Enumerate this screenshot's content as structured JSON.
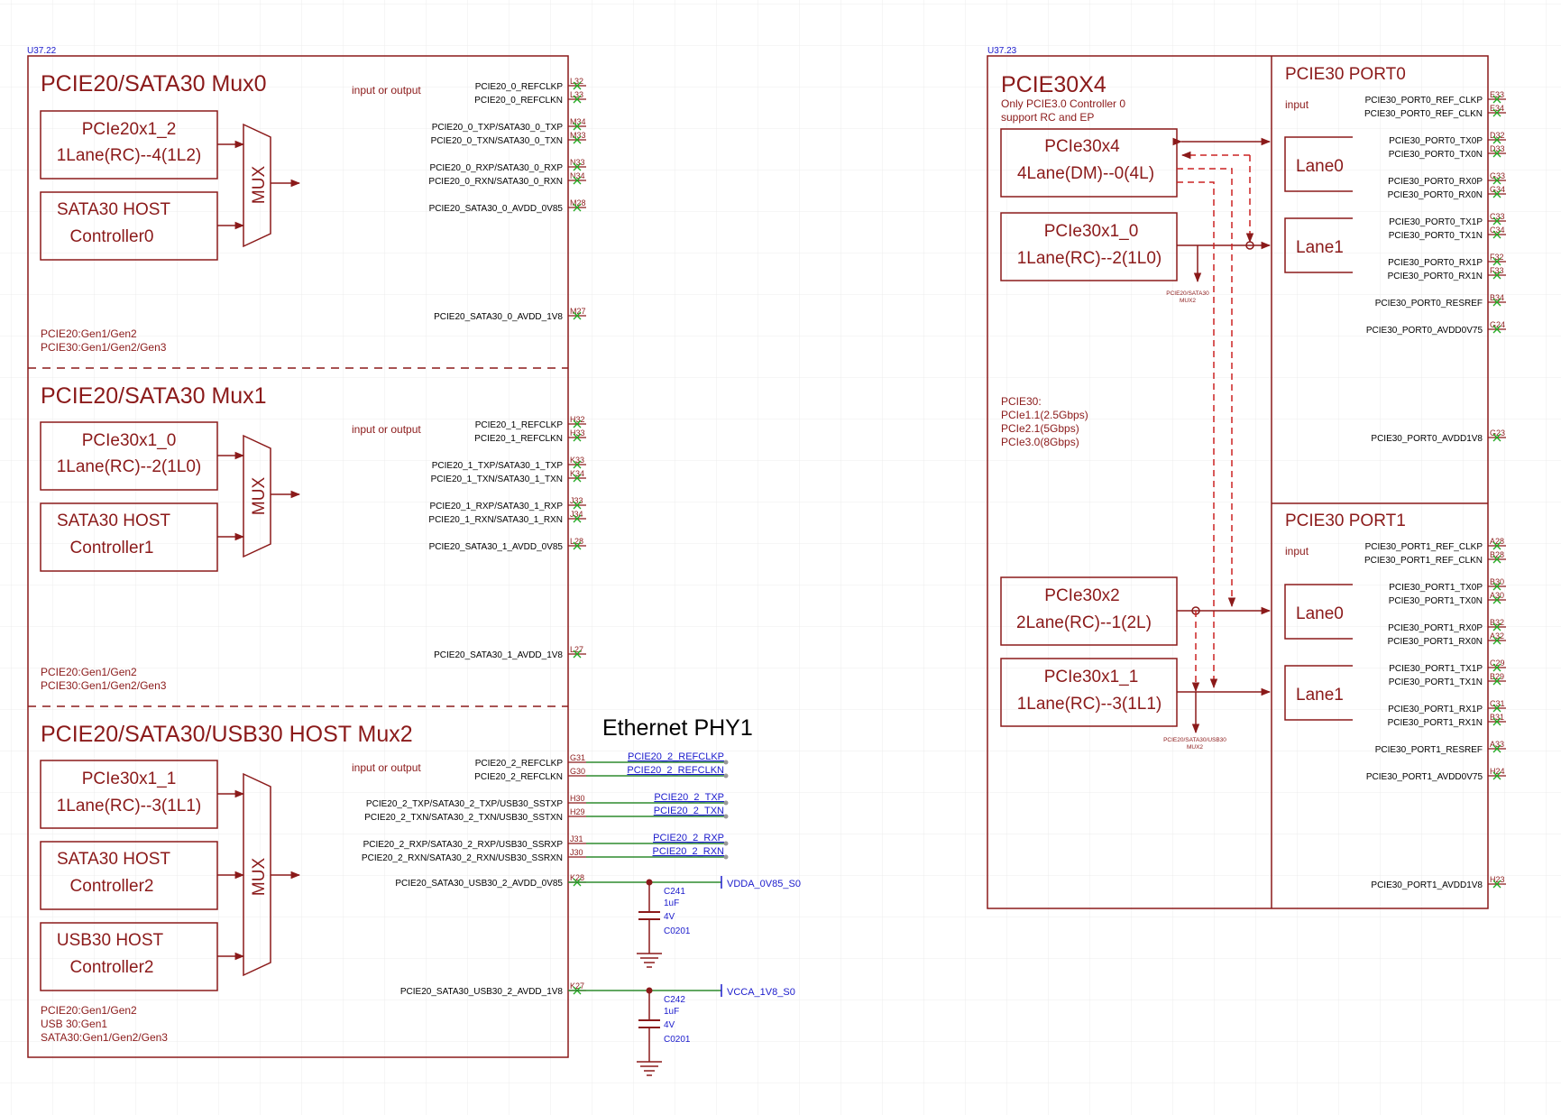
{
  "u37_22": {
    "ref": "U37.22",
    "mux0": {
      "title": "PCIE20/SATA30 Mux0",
      "io": "input or output",
      "box1": [
        "PCIe20x1_2",
        "1Lane(RC)--4(1L2)"
      ],
      "box2": [
        "SATA30 HOST",
        "Controller0"
      ],
      "mux": "MUX",
      "gen": [
        "PCIE20:Gen1/Gen2",
        "PCIE30:Gen1/Gen2/Gen3"
      ],
      "pins": [
        {
          "name": "PCIE20_0_REFCLKP",
          "num": "L32"
        },
        {
          "name": "PCIE20_0_REFCLKN",
          "num": "L33"
        },
        {
          "name": "PCIE20_0_TXP/SATA30_0_TXP",
          "num": "M34"
        },
        {
          "name": "PCIE20_0_TXN/SATA30_0_TXN",
          "num": "M33"
        },
        {
          "name": "PCIE20_0_RXP/SATA30_0_RXP",
          "num": "N33"
        },
        {
          "name": "PCIE20_0_RXN/SATA30_0_RXN",
          "num": "N34"
        },
        {
          "name": "PCIE20_SATA30_0_AVDD_0V85",
          "num": "M28"
        },
        {
          "name": "PCIE20_SATA30_0_AVDD_1V8",
          "num": "M27"
        }
      ]
    },
    "mux1": {
      "title": "PCIE20/SATA30 Mux1",
      "io": "input or output",
      "box1": [
        "PCIe30x1_0",
        "1Lane(RC)--2(1L0)"
      ],
      "box2": [
        "SATA30 HOST",
        "Controller1"
      ],
      "mux": "MUX",
      "gen": [
        "PCIE20:Gen1/Gen2",
        "PCIE30:Gen1/Gen2/Gen3"
      ],
      "pins": [
        {
          "name": "PCIE20_1_REFCLKP",
          "num": "H32"
        },
        {
          "name": "PCIE20_1_REFCLKN",
          "num": "H33"
        },
        {
          "name": "PCIE20_1_TXP/SATA30_1_TXP",
          "num": "K33"
        },
        {
          "name": "PCIE20_1_TXN/SATA30_1_TXN",
          "num": "K34"
        },
        {
          "name": "PCIE20_1_RXP/SATA30_1_RXP",
          "num": "J33"
        },
        {
          "name": "PCIE20_1_RXN/SATA30_1_RXN",
          "num": "J34"
        },
        {
          "name": "PCIE20_SATA30_1_AVDD_0V85",
          "num": "L28"
        },
        {
          "name": "PCIE20_SATA30_1_AVDD_1V8",
          "num": "L27"
        }
      ]
    },
    "mux2": {
      "title": "PCIE20/SATA30/USB30 HOST Mux2",
      "io": "input or output",
      "box1": [
        "PCIe30x1_1",
        "1Lane(RC)--3(1L1)"
      ],
      "box2": [
        "SATA30 HOST",
        "Controller2"
      ],
      "box3": [
        "USB30 HOST",
        "Controller2"
      ],
      "mux": "MUX",
      "gen": [
        "PCIE20:Gen1/Gen2",
        "USB 30:Gen1",
        "SATA30:Gen1/Gen2/Gen3"
      ],
      "pins": [
        {
          "name": "PCIE20_2_REFCLKP",
          "num": "G31",
          "net": "PCIE20_2_REFCLKP"
        },
        {
          "name": "PCIE20_2_REFCLKN",
          "num": "G30",
          "net": "PCIE20_2_REFCLKN"
        },
        {
          "name": "PCIE20_2_TXP/SATA30_2_TXP/USB30_SSTXP",
          "num": "H30",
          "net": "PCIE20_2_TXP"
        },
        {
          "name": "PCIE20_2_TXN/SATA30_2_TXN/USB30_SSTXN",
          "num": "H29",
          "net": "PCIE20_2_TXN"
        },
        {
          "name": "PCIE20_2_RXP/SATA30_2_RXP/USB30_SSRXP",
          "num": "J31",
          "net": "PCIE20_2_RXP"
        },
        {
          "name": "PCIE20_2_RXN/SATA30_2_RXN/USB30_SSRXN",
          "num": "J30",
          "net": "PCIE20_2_RXN"
        },
        {
          "name": "PCIE20_SATA30_USB30_2_AVDD_0V85",
          "num": "K28"
        },
        {
          "name": "PCIE20_SATA30_USB30_2_AVDD_1V8",
          "num": "K27"
        }
      ]
    }
  },
  "ethernet_label": "Ethernet PHY1",
  "power": {
    "rail1": "VDDA_0V85_S0",
    "rail2": "VCCA_1V8_S0",
    "cap1": [
      "C241",
      "1uF",
      "4V",
      "C0201"
    ],
    "cap2": [
      "C242",
      "1uF",
      "4V",
      "C0201"
    ]
  },
  "u37_23": {
    "ref": "U37.23",
    "title": "PCIE30X4",
    "note1": "Only PCIE3.0 Controller 0",
    "note2": "support RC and EP",
    "boxA": [
      "PCIe30x4",
      "4Lane(DM)--0(4L)"
    ],
    "boxB": [
      "PCIe30x1_0",
      "1Lane(RC)--2(1L0)"
    ],
    "boxC": [
      "PCIe30x2",
      "2Lane(RC)--1(2L)"
    ],
    "boxD": [
      "PCIe30x1_1",
      "1Lane(RC)--3(1L1)"
    ],
    "small1": [
      "PCIE20/SATA30",
      "MUX2"
    ],
    "small2": [
      "PCIE20/SATA30/USB30",
      "MUX2"
    ],
    "speeds": [
      "PCIE30:",
      "PCIe1.1(2.5Gbps)",
      "PCIe2.1(5Gbps)",
      "PCIe3.0(8Gbps)"
    ],
    "port0": {
      "title": "PCIE30 PORT0",
      "input": "input",
      "lane0": "Lane0",
      "lane1": "Lane1",
      "pins": [
        {
          "name": "PCIE30_PORT0_REF_CLKP",
          "num": "E33"
        },
        {
          "name": "PCIE30_PORT0_REF_CLKN",
          "num": "E34"
        },
        {
          "name": "PCIE30_PORT0_TX0P",
          "num": "D32"
        },
        {
          "name": "PCIE30_PORT0_TX0N",
          "num": "D33"
        },
        {
          "name": "PCIE30_PORT0_RX0P",
          "num": "G33"
        },
        {
          "name": "PCIE30_PORT0_RX0N",
          "num": "G34"
        },
        {
          "name": "PCIE30_PORT0_TX1P",
          "num": "C33"
        },
        {
          "name": "PCIE30_PORT0_TX1N",
          "num": "C34"
        },
        {
          "name": "PCIE30_PORT0_RX1P",
          "num": "F32"
        },
        {
          "name": "PCIE30_PORT0_RX1N",
          "num": "F33"
        },
        {
          "name": "PCIE30_PORT0_RESREF",
          "num": "B34"
        },
        {
          "name": "PCIE30_PORT0_AVDD0V75",
          "num": "G24"
        },
        {
          "name": "PCIE30_PORT0_AVDD1V8",
          "num": "G23"
        }
      ]
    },
    "port1": {
      "title": "PCIE30 PORT1",
      "input": "input",
      "lane0": "Lane0",
      "lane1": "Lane1",
      "pins": [
        {
          "name": "PCIE30_PORT1_REF_CLKP",
          "num": "A28"
        },
        {
          "name": "PCIE30_PORT1_REF_CLKN",
          "num": "B28"
        },
        {
          "name": "PCIE30_PORT1_TX0P",
          "num": "B30"
        },
        {
          "name": "PCIE30_PORT1_TX0N",
          "num": "A30"
        },
        {
          "name": "PCIE30_PORT1_RX0P",
          "num": "B32"
        },
        {
          "name": "PCIE30_PORT1_RX0N",
          "num": "A32"
        },
        {
          "name": "PCIE30_PORT1_TX1P",
          "num": "C29"
        },
        {
          "name": "PCIE30_PORT1_TX1N",
          "num": "B29"
        },
        {
          "name": "PCIE30_PORT1_RX1P",
          "num": "C31"
        },
        {
          "name": "PCIE30_PORT1_RX1N",
          "num": "B31"
        },
        {
          "name": "PCIE30_PORT1_RESREF",
          "num": "A33"
        },
        {
          "name": "PCIE30_PORT1_AVDD0V75",
          "num": "H24"
        },
        {
          "name": "PCIE30_PORT1_AVDD1V8",
          "num": "H23"
        }
      ]
    }
  }
}
